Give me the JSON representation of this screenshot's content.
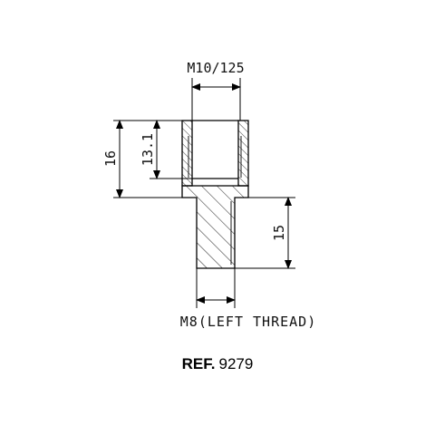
{
  "dimensions": {
    "top_thread": "M10/125",
    "overall_height": "16",
    "socket_depth": "13.1",
    "lower_length": "15",
    "bottom_thread": "M8(LEFT THREAD)"
  },
  "ref": {
    "label": "REF.",
    "number": "9279"
  }
}
